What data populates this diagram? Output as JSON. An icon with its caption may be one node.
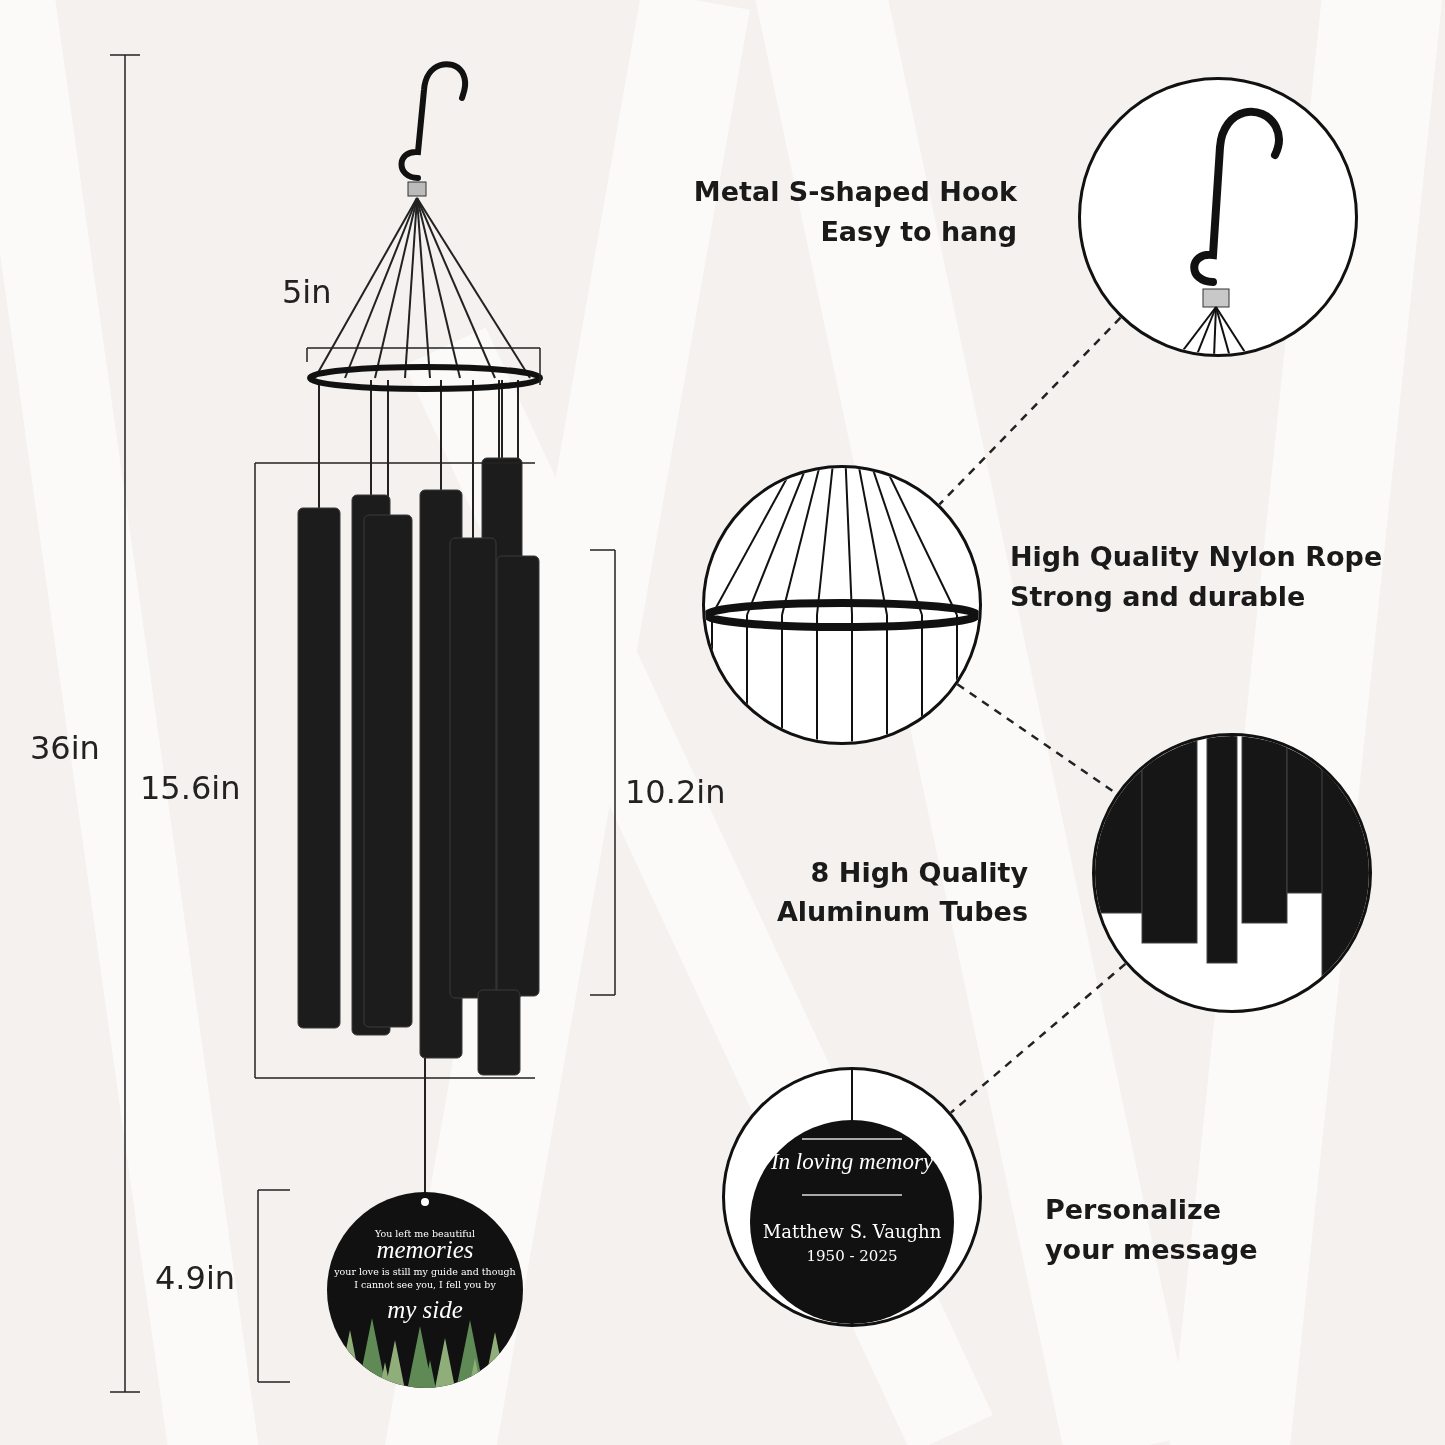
{
  "diagram": {
    "nodes": [
      {
        "text": [],
        "shape": "picture"
      },
      {
        "text": [],
        "shape": "picture"
      },
      {
        "text": [],
        "shape": "picture"
      },
      {
        "text": [
          "In loving memory",
          "Matthew S. Vaughn",
          "1950 - 2025"
        ]
      }
    ],
    "edges": [
      {
        "from": 0,
        "to": 1,
        "arrow": "none",
        "style": "dashed"
      },
      {
        "from": 1,
        "to": 2,
        "arrow": "none",
        "style": "dashed"
      },
      {
        "from": 2,
        "to": 3,
        "arrow": "none",
        "style": "dashed"
      }
    ],
    "labels": [
      "Metal S-shaped Hook",
      "Easy to hang",
      "5in",
      "High Quality Nylon Rope",
      "Strong and durable",
      "36in",
      "15.6in",
      "10.2in",
      "8 High Quality",
      "Aluminum Tubes",
      "You left me beautiful",
      "memories",
      "your love is still my guide and though I cannot see you, I fell you by",
      "my side",
      "4.9in",
      "Personalize",
      "your message"
    ]
  }
}
